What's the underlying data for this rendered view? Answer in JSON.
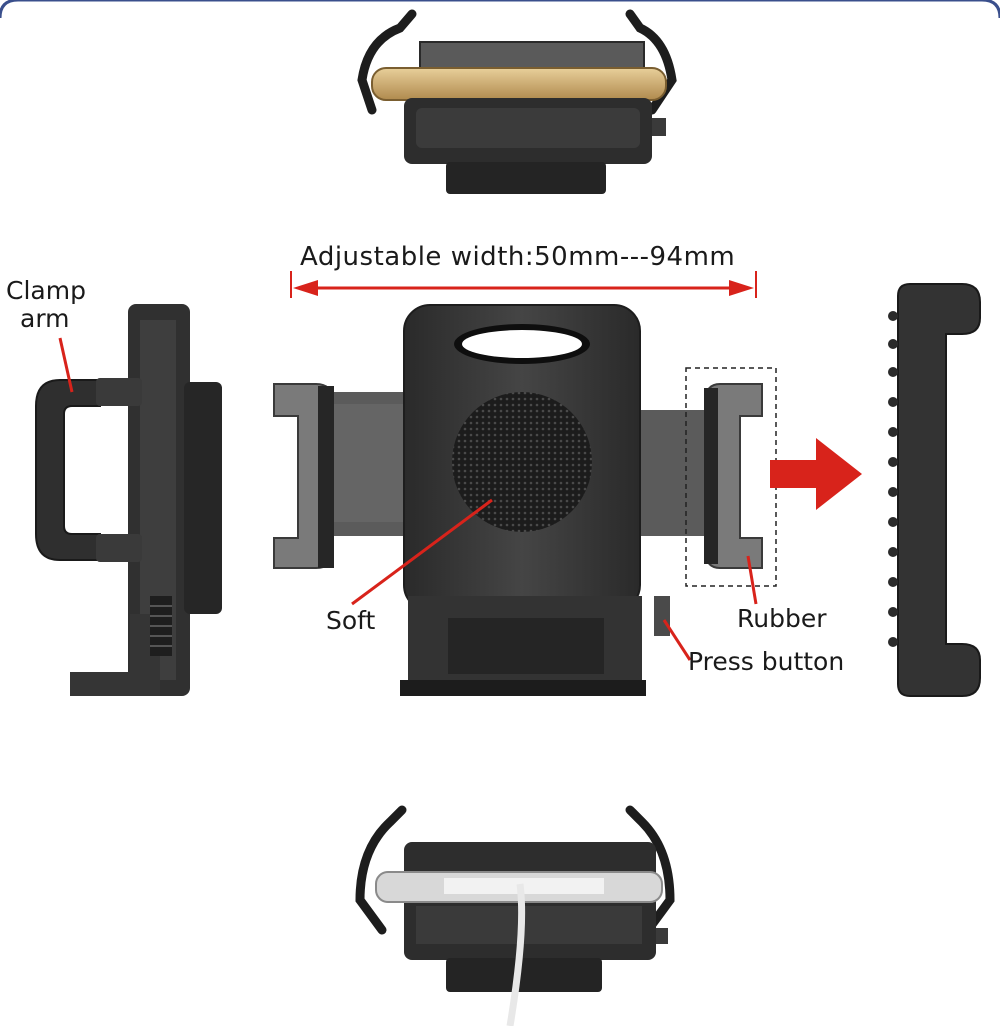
{
  "labels": {
    "width": "Adjustable width:50mm---94mm",
    "clamp_line1": "Clamp",
    "clamp_line2": "arm",
    "soft": "Soft",
    "rubber": "Rubber",
    "press_button": "Press button"
  },
  "colors": {
    "frame_border": "#3a4f8c",
    "annotation_red": "#d8231b",
    "plastic_dark": "#2b2b2b",
    "plastic_mid": "#3c3c3c",
    "plastic_light": "#5a5a5a",
    "phone_gold": "#c9a86a"
  }
}
